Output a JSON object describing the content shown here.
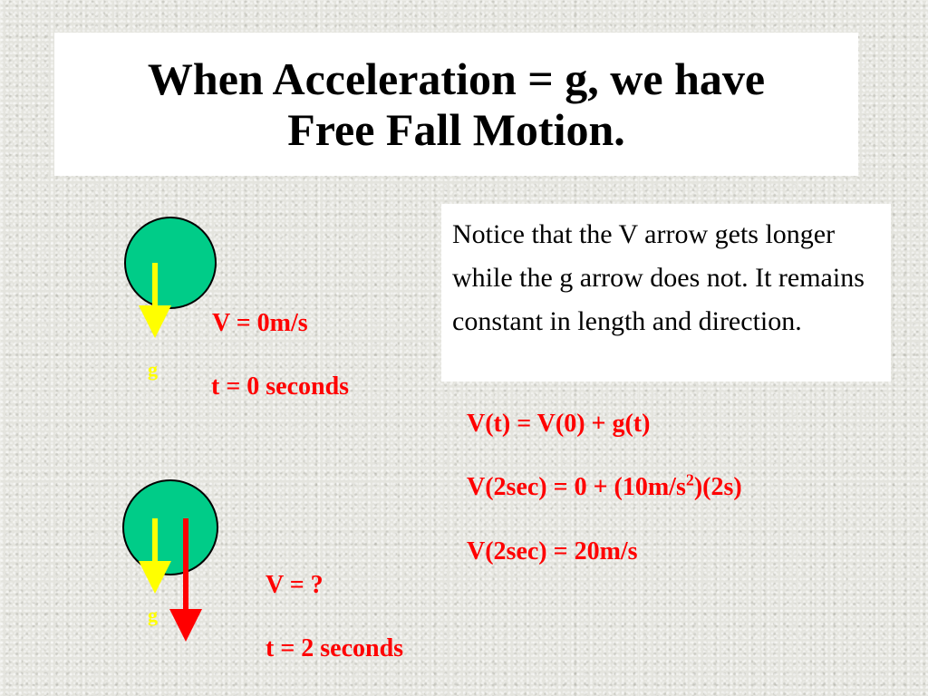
{
  "title": {
    "line1": "When Acceleration = g, we have",
    "line2": "Free Fall Motion."
  },
  "notice": "Notice that the V arrow gets longer while the g arrow does not. It remains constant in length and direction.",
  "state1": {
    "velocity": "V = 0m/s",
    "time": "t = 0 seconds",
    "g_label": "g"
  },
  "state2": {
    "velocity": "V = ?",
    "time": "t = 2 seconds",
    "g_label": "g"
  },
  "equations": {
    "eq1": "V(t) = V(0) + g(t)",
    "eq2_prefix": "V(2sec) = 0 + (10m/s",
    "eq2_exp": "2",
    "eq2_suffix": ")(2s)",
    "eq3": "V(2sec) = 20m/s"
  },
  "colors": {
    "ball": "#00cc88",
    "g_arrow": "#ffff00",
    "v_arrow": "#ff0000",
    "text_red": "#ff0000"
  }
}
